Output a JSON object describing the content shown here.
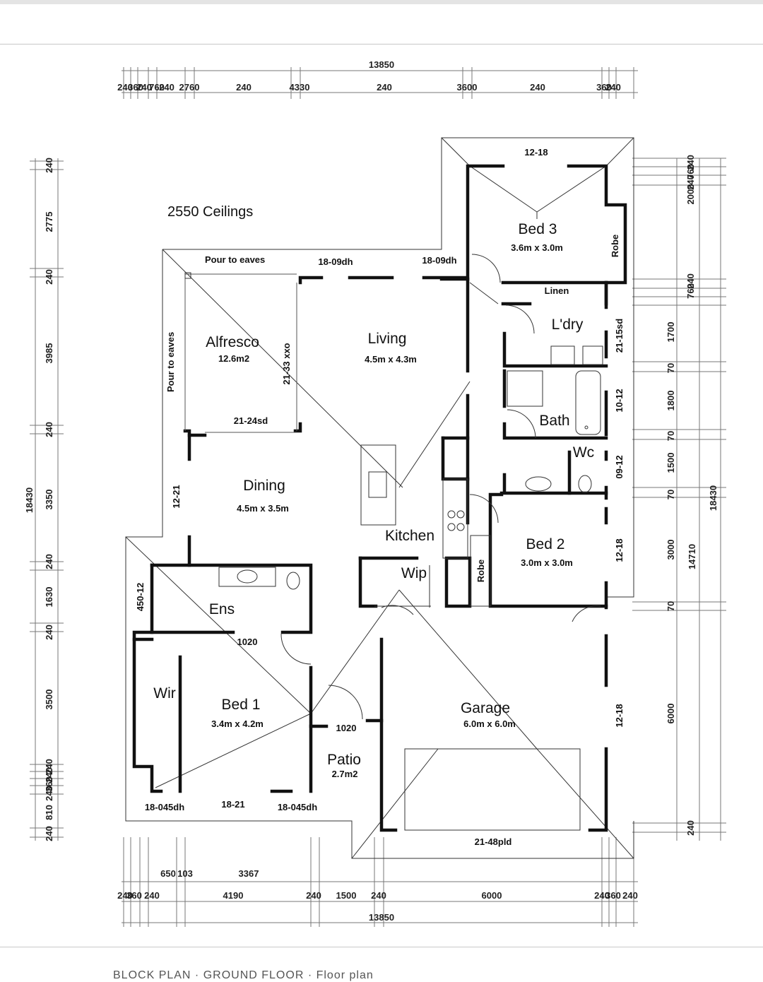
{
  "dimensions": {
    "top_total": "13850",
    "top_row": [
      "240",
      "360",
      "240",
      "760",
      "240",
      "2760",
      "240",
      "4330",
      "240",
      "3600",
      "240",
      "360",
      "240"
    ],
    "bottom_total": "13850",
    "bottom_row": [
      "240",
      "360",
      "240",
      "4190",
      "240",
      "1500",
      "240",
      "6000",
      "240",
      "360",
      "240"
    ],
    "bottom_inner": [
      "650",
      "103",
      "3367"
    ],
    "left_total": "18430",
    "left_col": [
      "240",
      "2775",
      "240",
      "3985",
      "240",
      "3350",
      "240",
      "1630",
      "240",
      "3500",
      "240",
      "240",
      "360",
      "240",
      "810",
      "240"
    ],
    "right_total": "18430",
    "right_inner_total": "14710",
    "right_col": [
      "240",
      "760",
      "240",
      "2000",
      "240",
      "760",
      "1700",
      "70",
      "1800",
      "70",
      "1500",
      "70",
      "3000",
      "70",
      "6000",
      "240"
    ]
  },
  "notes": {
    "ceilings": "2550 Ceilings",
    "pour_top": "Pour to eaves",
    "pour_side": "Pour to eaves"
  },
  "rooms": {
    "bed3": {
      "name": "Bed 3",
      "size": "3.6m x 3.0m"
    },
    "robe3": {
      "name": "Robe"
    },
    "linen": {
      "name": "Linen"
    },
    "laundry": {
      "name": "L'dry"
    },
    "bath": {
      "name": "Bath"
    },
    "wc": {
      "name": "Wc"
    },
    "bed2": {
      "name": "Bed 2",
      "size": "3.0m x 3.0m"
    },
    "robe2": {
      "name": "Robe"
    },
    "alfresco": {
      "name": "Alfresco",
      "size": "12.6m2"
    },
    "living": {
      "name": "Living",
      "size": "4.5m x 4.3m"
    },
    "dining": {
      "name": "Dining",
      "size": "4.5m x 3.5m"
    },
    "kitchen": {
      "name": "Kitchen"
    },
    "wip": {
      "name": "Wip"
    },
    "ens": {
      "name": "Ens"
    },
    "wir": {
      "name": "Wir"
    },
    "bed1": {
      "name": "Bed 1",
      "size": "3.4m x 4.2m"
    },
    "patio": {
      "name": "Patio",
      "size": "2.7m2"
    },
    "garage": {
      "name": "Garage",
      "size": "6.0m x 6.0m"
    }
  },
  "openings": {
    "bed3_top": "12-18",
    "living_top": "18-09dh",
    "living_top_right": "18-09dh",
    "alfresco_side": "21-33 xxo",
    "alfresco_bottom": "21-24sd",
    "dining_left": "12-21",
    "ens_left": "450-12",
    "ens_door": "1020",
    "patio_door": "1020",
    "bed1_left": "18-045dh",
    "bed1_mid": "18-21",
    "bed1_right": "18-045dh",
    "laundry_side": "21-15sd",
    "bath_side": "10-12",
    "wc_side": "09-12",
    "bed2_side": "12-18",
    "garage_side": "12-18",
    "garage_door": "21-48pld"
  },
  "footer": "BLOCK PLAN · GROUND FLOOR · Floor plan"
}
